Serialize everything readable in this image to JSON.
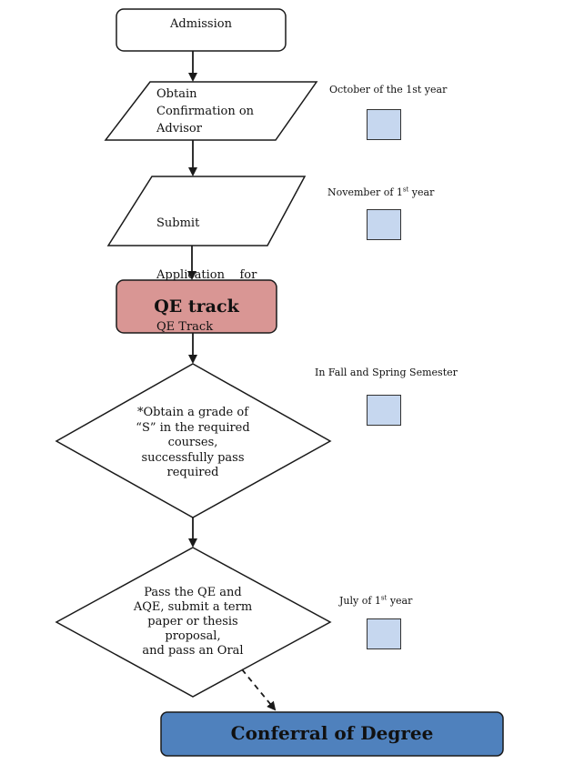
{
  "diagram": {
    "nodes": {
      "admission": "Admission",
      "advisor": [
        "Obtain",
        "Confirmation on",
        "Advisor"
      ],
      "application": [
        "Submit",
        "Application    for",
        "QE Track"
      ],
      "qe_track": "QE track",
      "grades": [
        "*Obtain a grade of",
        "“S” in the required",
        "courses,",
        "successfully pass",
        "required"
      ],
      "pass_qe": [
        "Pass the QE and",
        "AQE, submit a term",
        "paper or thesis",
        "proposal,",
        "and pass an Oral"
      ],
      "conferral": "Conferral of Degree"
    },
    "timing": {
      "advisor": "October of the 1st year",
      "application_pre": "November of 1",
      "application_sup": "st",
      "application_post": " year",
      "grades": "In Fall and Spring Semester",
      "pass_qe_pre": "July of 1",
      "pass_qe_sup": "st",
      "pass_qe_post": " year"
    },
    "colors": {
      "qe_track_fill": "#d99694",
      "conferral_fill": "#4f81bd",
      "checkbox_fill": "#c6d7ef",
      "stroke": "#1a1a1a"
    }
  }
}
